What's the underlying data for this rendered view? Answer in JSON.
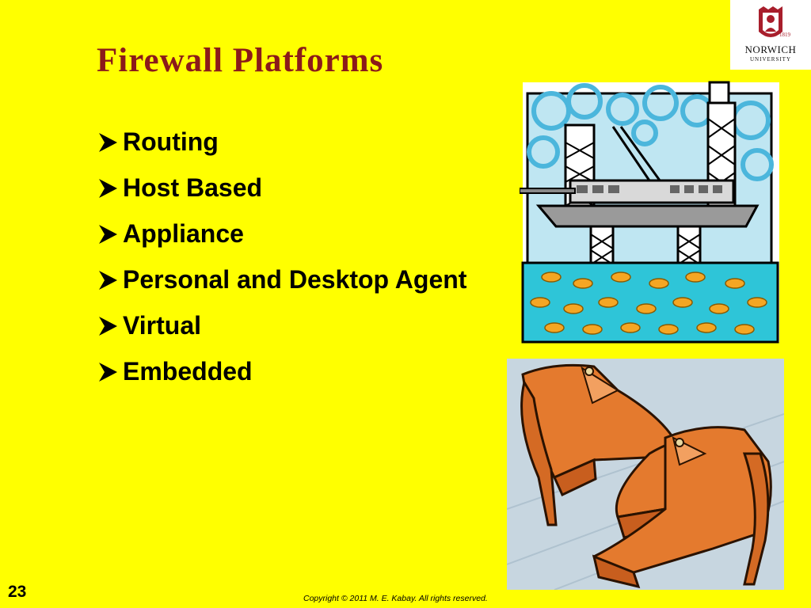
{
  "slide": {
    "title": "Firewall Platforms",
    "bullets": [
      "Routing",
      "Host Based",
      "Appliance",
      "Personal and Desktop Agent",
      "Virtual",
      "Embedded"
    ],
    "slide_number": "23",
    "copyright": "Copyright © 2011 M. E. Kabay.  All rights reserved."
  },
  "logo": {
    "name": "NORWICH",
    "subtitle": "UNIVERSITY",
    "year": "1819"
  },
  "colors": {
    "background": "#FFFF00",
    "title": "#8B1A1A",
    "bullet_arrow": "#000000"
  },
  "icons": {
    "bullet": "right-arrowhead-icon"
  }
}
